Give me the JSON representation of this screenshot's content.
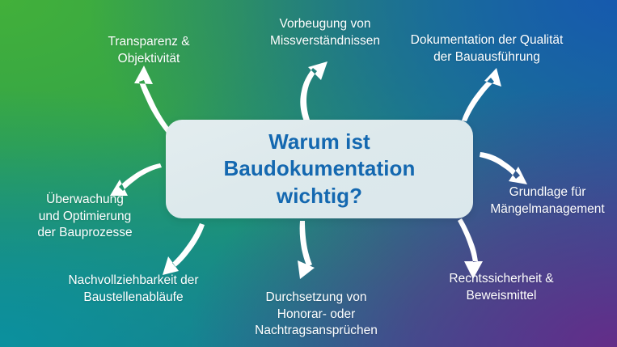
{
  "theme": {
    "background_gradient": [
      "#3cae38",
      "#1a8fa0",
      "#1a5fae",
      "#5c2e80"
    ],
    "card_background": "#dde9ec",
    "title_color": "#1468b0",
    "label_color": "#ffffff",
    "arrow_color": "#ffffff"
  },
  "center": {
    "title": "Warum ist\nBaudokumentation wichtig?",
    "title_line_1": "Warum ist",
    "title_line_2": "Baudokumentation wichtig?"
  },
  "nodes": [
    {
      "id": "transparenz",
      "label": "Transparenz &\nObjektivität",
      "position": "top-left",
      "arrow": "curved-arrow-up-left-icon"
    },
    {
      "id": "vorbeugung",
      "label": "Vorbeugung von\nMissverständnissen",
      "position": "top-center-left",
      "arrow": "curved-arrow-up-icon"
    },
    {
      "id": "dokumentation",
      "label": "Dokumentation der Qualität\nder Bauausführung",
      "position": "top-right",
      "arrow": "curved-arrow-up-right-icon"
    },
    {
      "id": "grundlage",
      "label": "Grundlage für\nMängelmanagement",
      "position": "right",
      "arrow": "curved-arrow-down-right-icon"
    },
    {
      "id": "rechtssicherheit",
      "label": "Rechtssicherheit &\nBeweismittel",
      "position": "bottom-right",
      "arrow": "curved-arrow-down-icon"
    },
    {
      "id": "durchsetzung",
      "label": "Durchsetzung von\nHonorar- oder\nNachtragsansprüchen",
      "position": "bottom-center",
      "arrow": "curved-arrow-down-icon"
    },
    {
      "id": "nachvollziehbarkeit",
      "label": "Nachvollziehbarkeit der\nBaustellenabläufe",
      "position": "bottom-left",
      "arrow": "curved-arrow-down-left-icon"
    },
    {
      "id": "ueberwachung",
      "label": "Überwachung\nund Optimierung\nder Bauprozesse",
      "position": "left",
      "arrow": "curved-arrow-down-left-icon"
    }
  ]
}
